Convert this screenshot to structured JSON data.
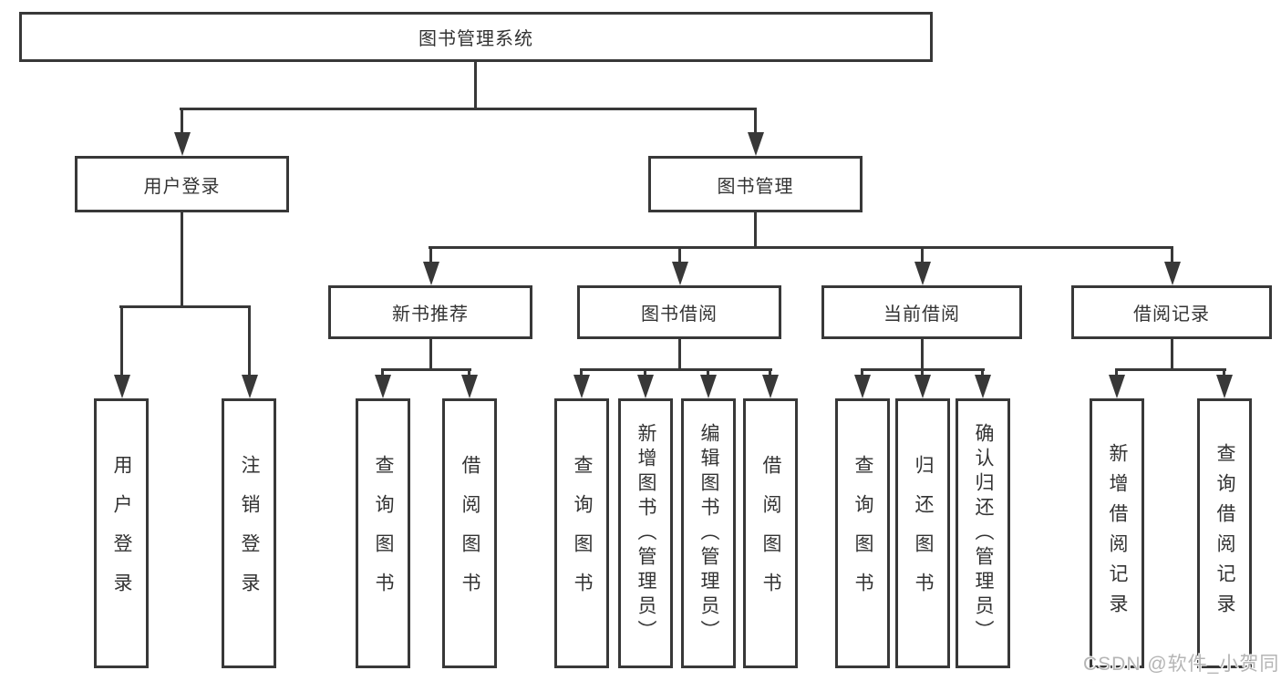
{
  "colors": {
    "line": "#383838",
    "box_border": "#383838",
    "box_fill": "#ffffff",
    "text": "#333333",
    "watermark_text": "#b5b5b5",
    "background": "#ffffff"
  },
  "diagram": {
    "type": "hierarchy",
    "root": "图书管理系统",
    "level2": {
      "user_login": "用户登录",
      "book_mgmt": "图书管理"
    },
    "level3": {
      "new_books": "新书推荐",
      "book_borrow": "图书借阅",
      "current_borrow": "当前借阅",
      "borrow_records": "借阅记录"
    },
    "leaves": {
      "user_login": [
        "用户登录",
        "注销登录"
      ],
      "new_books": [
        "查询图书",
        "借阅图书"
      ],
      "book_borrow": [
        "查询图书",
        "新增图书（管理员）",
        "编辑图书（管理员）",
        "借阅图书"
      ],
      "current_borrow": [
        "查询图书",
        "归还图书",
        "确认归还（管理员）"
      ],
      "borrow_records": [
        "新增借阅记录",
        "查询借阅记录"
      ]
    }
  },
  "watermark": "CSDN @软件_小贺同学"
}
